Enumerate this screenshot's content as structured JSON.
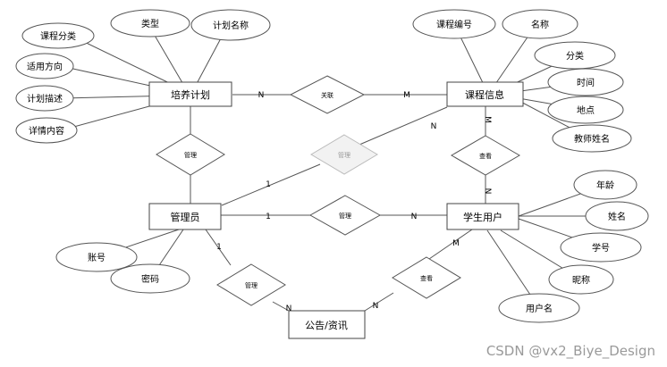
{
  "entities": {
    "plan": "培养计划",
    "course": "课程信息",
    "admin": "管理员",
    "student": "学生用户",
    "notice": "公告/资讯"
  },
  "attributes": {
    "plan": [
      "课程分类",
      "类型",
      "计划名称",
      "适用方向",
      "计划描述",
      "详情内容"
    ],
    "course": [
      "课程编号",
      "名称",
      "分类",
      "时间",
      "地点",
      "教师姓名"
    ],
    "admin": [
      "账号",
      "密码"
    ],
    "student": [
      "年龄",
      "姓名",
      "学号",
      "昵称",
      "用户名"
    ]
  },
  "relationships": {
    "plan_course": "关联",
    "plan_admin": "管理",
    "admin_course": "管理",
    "course_student": "查看",
    "admin_student": "管理",
    "admin_notice": "管理",
    "student_notice": "查看"
  },
  "cardinalities": {
    "plan_course_plan": "N",
    "plan_course_course": "M",
    "admin_course_admin": "1",
    "admin_course_course": "N",
    "course_student_course": "M",
    "course_student_student": "N",
    "admin_student_admin": "1",
    "admin_student_student": "N",
    "admin_notice_admin": "1",
    "admin_notice_notice": "N",
    "student_notice_student": "M",
    "student_notice_notice": "N"
  },
  "watermark": "CSDN @vx2_Biye_Design"
}
